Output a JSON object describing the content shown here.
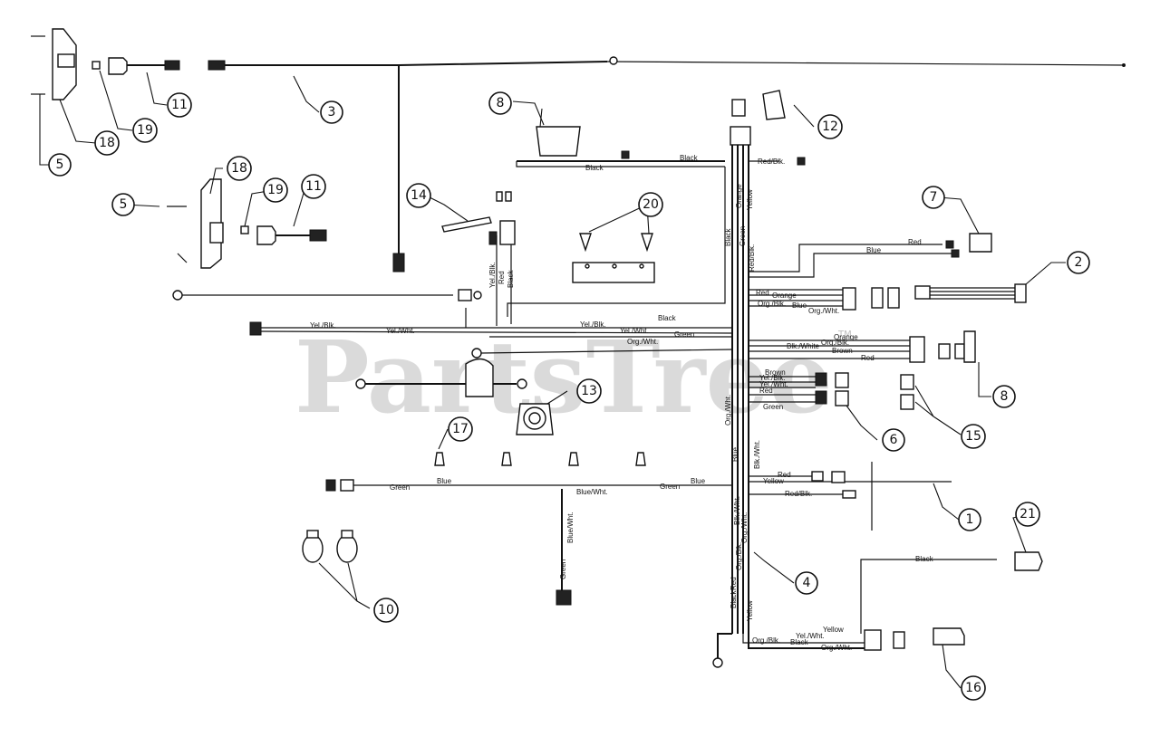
{
  "watermark": {
    "text": "PartsTree",
    "trademark": "TM"
  },
  "callouts": [
    {
      "id": "c1",
      "label": "1"
    },
    {
      "id": "c2",
      "label": "2"
    },
    {
      "id": "c3",
      "label": "3"
    },
    {
      "id": "c4",
      "label": "4"
    },
    {
      "id": "c5a",
      "label": "5"
    },
    {
      "id": "c5b",
      "label": "5"
    },
    {
      "id": "c6",
      "label": "6"
    },
    {
      "id": "c7",
      "label": "7"
    },
    {
      "id": "c8a",
      "label": "8"
    },
    {
      "id": "c8b",
      "label": "8"
    },
    {
      "id": "c10",
      "label": "10"
    },
    {
      "id": "c11a",
      "label": "11"
    },
    {
      "id": "c11b",
      "label": "11"
    },
    {
      "id": "c12",
      "label": "12"
    },
    {
      "id": "c13",
      "label": "13"
    },
    {
      "id": "c14",
      "label": "14"
    },
    {
      "id": "c15",
      "label": "15"
    },
    {
      "id": "c16",
      "label": "16"
    },
    {
      "id": "c17",
      "label": "17"
    },
    {
      "id": "c18a",
      "label": "18"
    },
    {
      "id": "c18b",
      "label": "18"
    },
    {
      "id": "c19a",
      "label": "19"
    },
    {
      "id": "c19b",
      "label": "19"
    },
    {
      "id": "c20",
      "label": "20"
    },
    {
      "id": "c21",
      "label": "21"
    }
  ],
  "wire_labels": {
    "black_top1": "Black",
    "black_top2": "Black",
    "red_blk_top": "Red/Blk.",
    "orange_v": "Orange",
    "yellow_v": "Yellow",
    "black_v": "Black",
    "green_v": "Green",
    "red_blk_v": "Red/Blk.",
    "red_r": "Red",
    "blue_r": "Blue",
    "red_h": "Red",
    "orange_h": "Orange",
    "org_blk_h": "Org./Blk.",
    "blue_h": "Blue",
    "org_wht_h": "Org./Wht.",
    "yel_blk_l": "Yel./Blk.",
    "yel_wht_l": "Yel./Wht.",
    "yel_blk_c": "Yel./Blk.",
    "yel_wht_c": "Yel./Wht.",
    "green_c": "Green",
    "org_wht_c": "Org./Wht.",
    "black_c": "Black",
    "yel_blk_v2": "Yel./Blk.",
    "red_v2": "Red",
    "black_v2": "Black",
    "orange_r2": "Orange",
    "org_blk_r2": "Org./Blk.",
    "blk_wht_r2": "Blk./White",
    "brown_r2": "Brown",
    "red_r2": "Red",
    "brown_m": "Brown",
    "yel_blk_m": "Yel./Blk.",
    "yel_wht_m": "Yel./Wht.",
    "red_m": "Red",
    "green_m": "Green",
    "org_wht_m": "Org./Wht.",
    "blue_m": "Blue",
    "blk_wht_m": "Blk./Wht.",
    "red_lo": "Red",
    "yellow_lo": "Yellow",
    "red_blk_lo": "Red/Blk.",
    "green_lo": "Green",
    "blue_lo": "Blue",
    "green_lo2": "Green",
    "blue_lo2": "Blue",
    "blue_wht_lo": "Blue/Wht.",
    "blue_wht_v": "Blue/Wht.",
    "green_v3": "Green",
    "blk_wht_v4": "Blk./Wht.",
    "org_wht_v4": "Org./Wht.",
    "org_blk_v4": "Org./Blk.",
    "red_v4": "Red",
    "black_v4": "Black",
    "yellow_v4": "Yellow",
    "black_r4": "Black",
    "yellow_b": "Yellow",
    "yel_wht_b": "Yel./Wht.",
    "org_blk_b": "Org./Blk.",
    "black_b": "Black",
    "org_wht_b": "Org./Wht."
  }
}
